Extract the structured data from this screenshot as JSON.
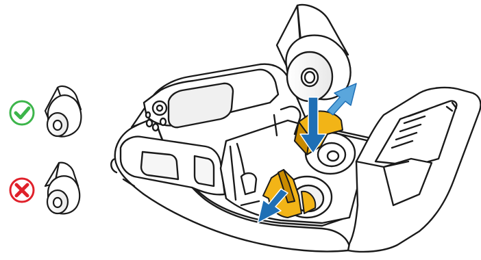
{
  "figure": {
    "type": "media-loading-illustration",
    "colors": {
      "line": "#1a1a1a",
      "body_fill": "#ffffff",
      "screen_fill": "#f0f0f0",
      "roll_shade": "#e6e6e6",
      "latch": "#f2b417",
      "latch_dark": "#c88a00",
      "arrow": "#1f6fb5",
      "arrow_light": "#5aa6dc",
      "check": "#3cb54a",
      "cross": "#e0202a"
    }
  },
  "orientation_guide": {
    "correct": {
      "icon": "check-icon",
      "meaning": "correct"
    },
    "incorrect": {
      "icon": "cross-icon",
      "meaning": "incorrect"
    }
  }
}
